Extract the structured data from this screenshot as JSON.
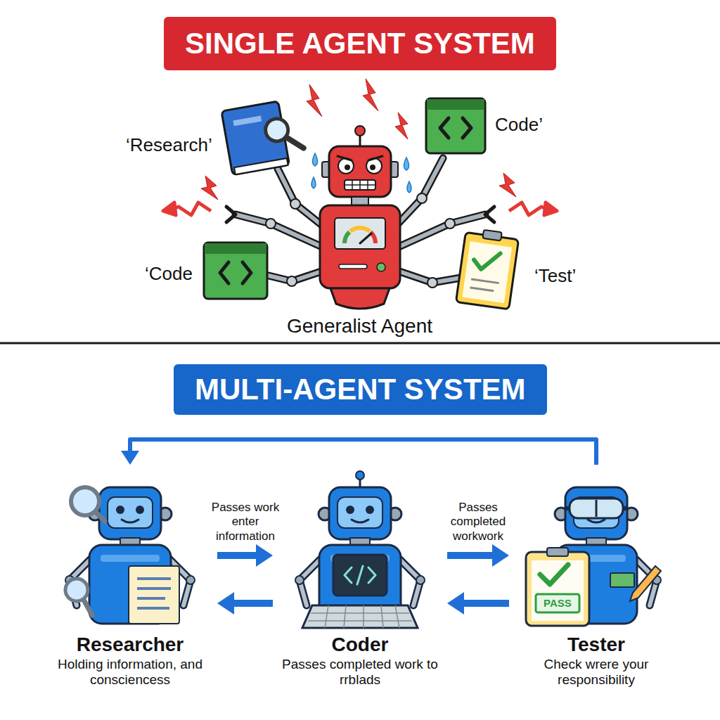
{
  "diagram": {
    "nodes": [
      {
        "text": [
          "SINGLE AGENT SYSTEM"
        ]
      },
      {
        "text": [
          "MULTI-AGENT SYSTEM"
        ]
      },
      {
        "text": [
          "Researcher",
          "Holding information, and consciencess"
        ]
      },
      {
        "text": [
          "Coder",
          "Passes completed work to rrblads"
        ]
      },
      {
        "text": [
          "Tester",
          "Check wrere your responsibility"
        ]
      }
    ],
    "edges": [
      {
        "from": 2,
        "to": 3,
        "arrow": "to",
        "label": "Passes work enter information"
      },
      {
        "from": 3,
        "to": 2,
        "arrow": "to"
      },
      {
        "from": 3,
        "to": 4,
        "arrow": "to",
        "label": "Passes completed workwork"
      },
      {
        "from": 4,
        "to": 3,
        "arrow": "to"
      },
      {
        "from": 4,
        "to": 2,
        "arrow": "to"
      }
    ],
    "labels": [
      "‘Research’",
      "Code’",
      "‘Code",
      "‘Test’",
      "Generalist Agent",
      "PASS"
    ]
  }
}
